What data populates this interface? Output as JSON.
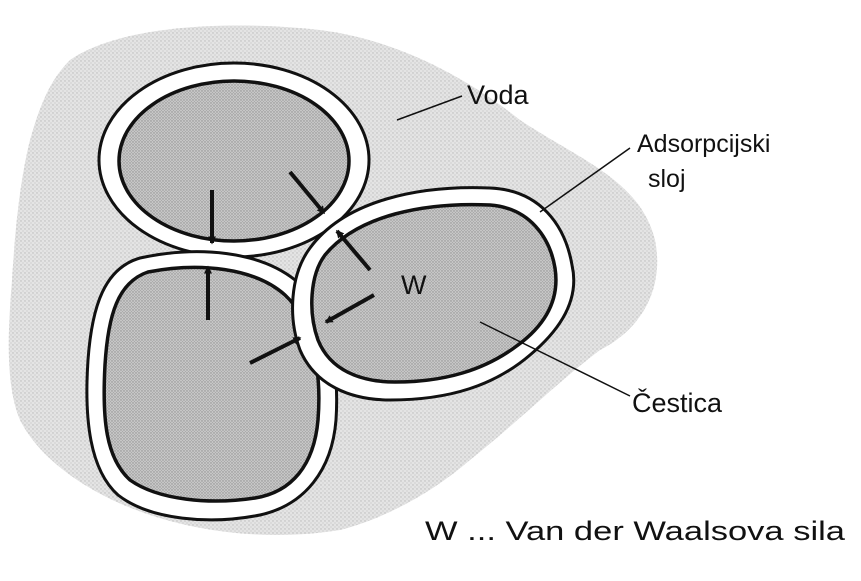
{
  "labels": {
    "water": "Voda",
    "adsorption_layer_line1": "Adsorpcijski",
    "adsorption_layer_line2": "sloj",
    "force": "W",
    "particle": "Čestica",
    "caption": "W ... Van der Waalsova sila"
  },
  "colors": {
    "water_fill": "#d9d9d9",
    "particle_fill": "#bdbdbd",
    "layer_fill": "#ffffff",
    "stroke": "#111111"
  },
  "icons": {
    "arrow": "arrow-icon"
  }
}
